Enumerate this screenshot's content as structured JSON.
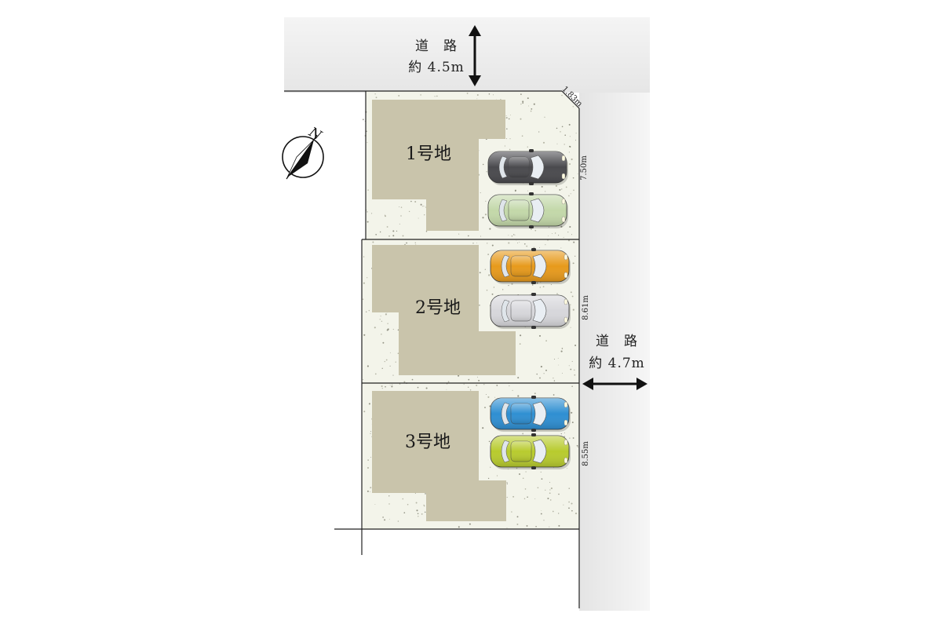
{
  "north": {
    "letter": "N",
    "icon": "north-arrow-icon"
  },
  "roads": {
    "north": {
      "line1": "道　路",
      "line2": "約 4.5m"
    },
    "east": {
      "line1": "道　路",
      "line2": "約 4.7m"
    }
  },
  "lots": [
    {
      "label": "1号地",
      "cars": [
        "#4a4a4e",
        "#c3d8a9"
      ]
    },
    {
      "label": "2号地",
      "cars": [
        "#e79a1c",
        "#d7d7db"
      ]
    },
    {
      "label": "3号地",
      "cars": [
        "#2f8fd2",
        "#b8cb2e"
      ]
    }
  ],
  "dimensions": {
    "corner": "1.83m",
    "lot1": "7.50m",
    "lot2": "8.61m",
    "lot3": "8.55m"
  },
  "colors": {
    "road": "#eeeeee",
    "lot_ground": "#f3f4ea",
    "building": "#c9c4ab",
    "line": "#222222"
  }
}
